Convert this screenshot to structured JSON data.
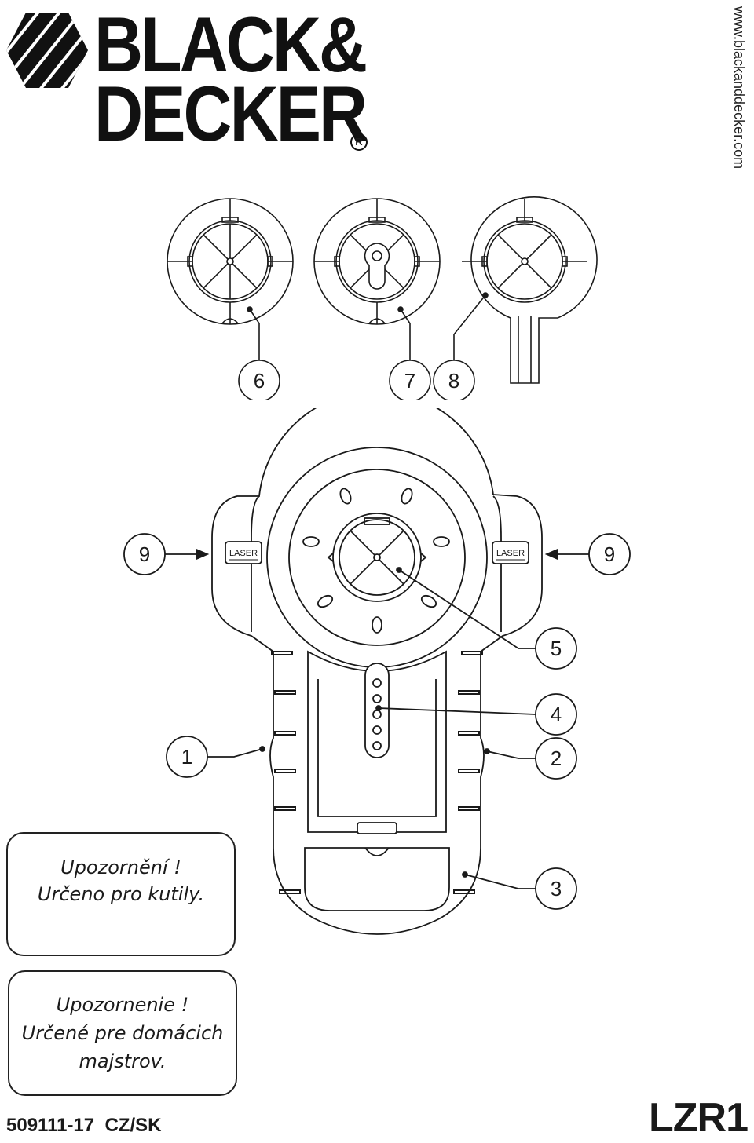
{
  "brand": {
    "line1": "BLACK&",
    "line2": "DECKER",
    "registered": "R",
    "url": "www.blackanddecker.com",
    "logo_icon": "hexagon-stripes-icon"
  },
  "callouts": {
    "c1": "1",
    "c2": "2",
    "c3": "3",
    "c4": "4",
    "c5": "5",
    "c6": "6",
    "c7": "7",
    "c8": "8",
    "c9a": "9",
    "c9b": "9"
  },
  "device": {
    "laser_left": "LASER",
    "laser_right": "LASER"
  },
  "warnings": {
    "cz_line1": "Upozornění !",
    "cz_line2": "Určeno pro kutily.",
    "sk_line1": "Upozornenie !",
    "sk_line2": "Určené pre domácich",
    "sk_line3": "majstrov."
  },
  "footer": {
    "code": "509111-17  CZ/SK",
    "model": "LZR1"
  },
  "colors": {
    "ink": "#1a1a1a",
    "background": "#ffffff"
  }
}
